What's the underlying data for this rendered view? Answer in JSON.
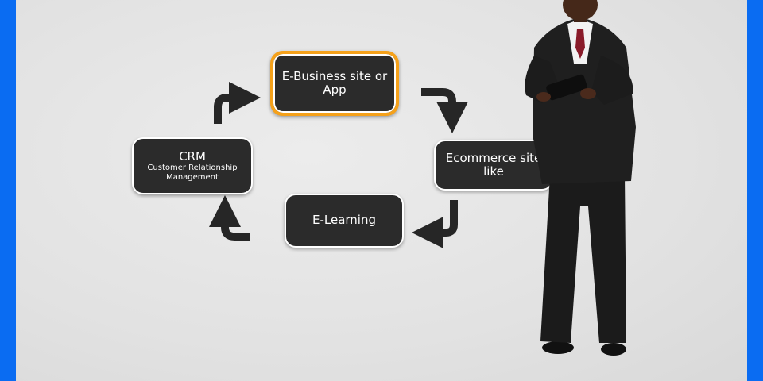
{
  "diagram": {
    "nodes": {
      "ebusiness": {
        "line1": "E-Business site or",
        "line2": "App"
      },
      "ecommerce": {
        "line1": "Ecommerce site",
        "line2": "like"
      },
      "elearning": {
        "label": "E-Learning"
      },
      "crm": {
        "title": "CRM",
        "line1": "Customer Relationship",
        "line2": "Management"
      }
    },
    "colors": {
      "frame": "#0a6cf2",
      "node_fill": "#2b2b2b",
      "highlight_border": "#f5a11a",
      "arrow": "#262626"
    }
  },
  "figure": {
    "icon": "businessman-with-tablet"
  }
}
